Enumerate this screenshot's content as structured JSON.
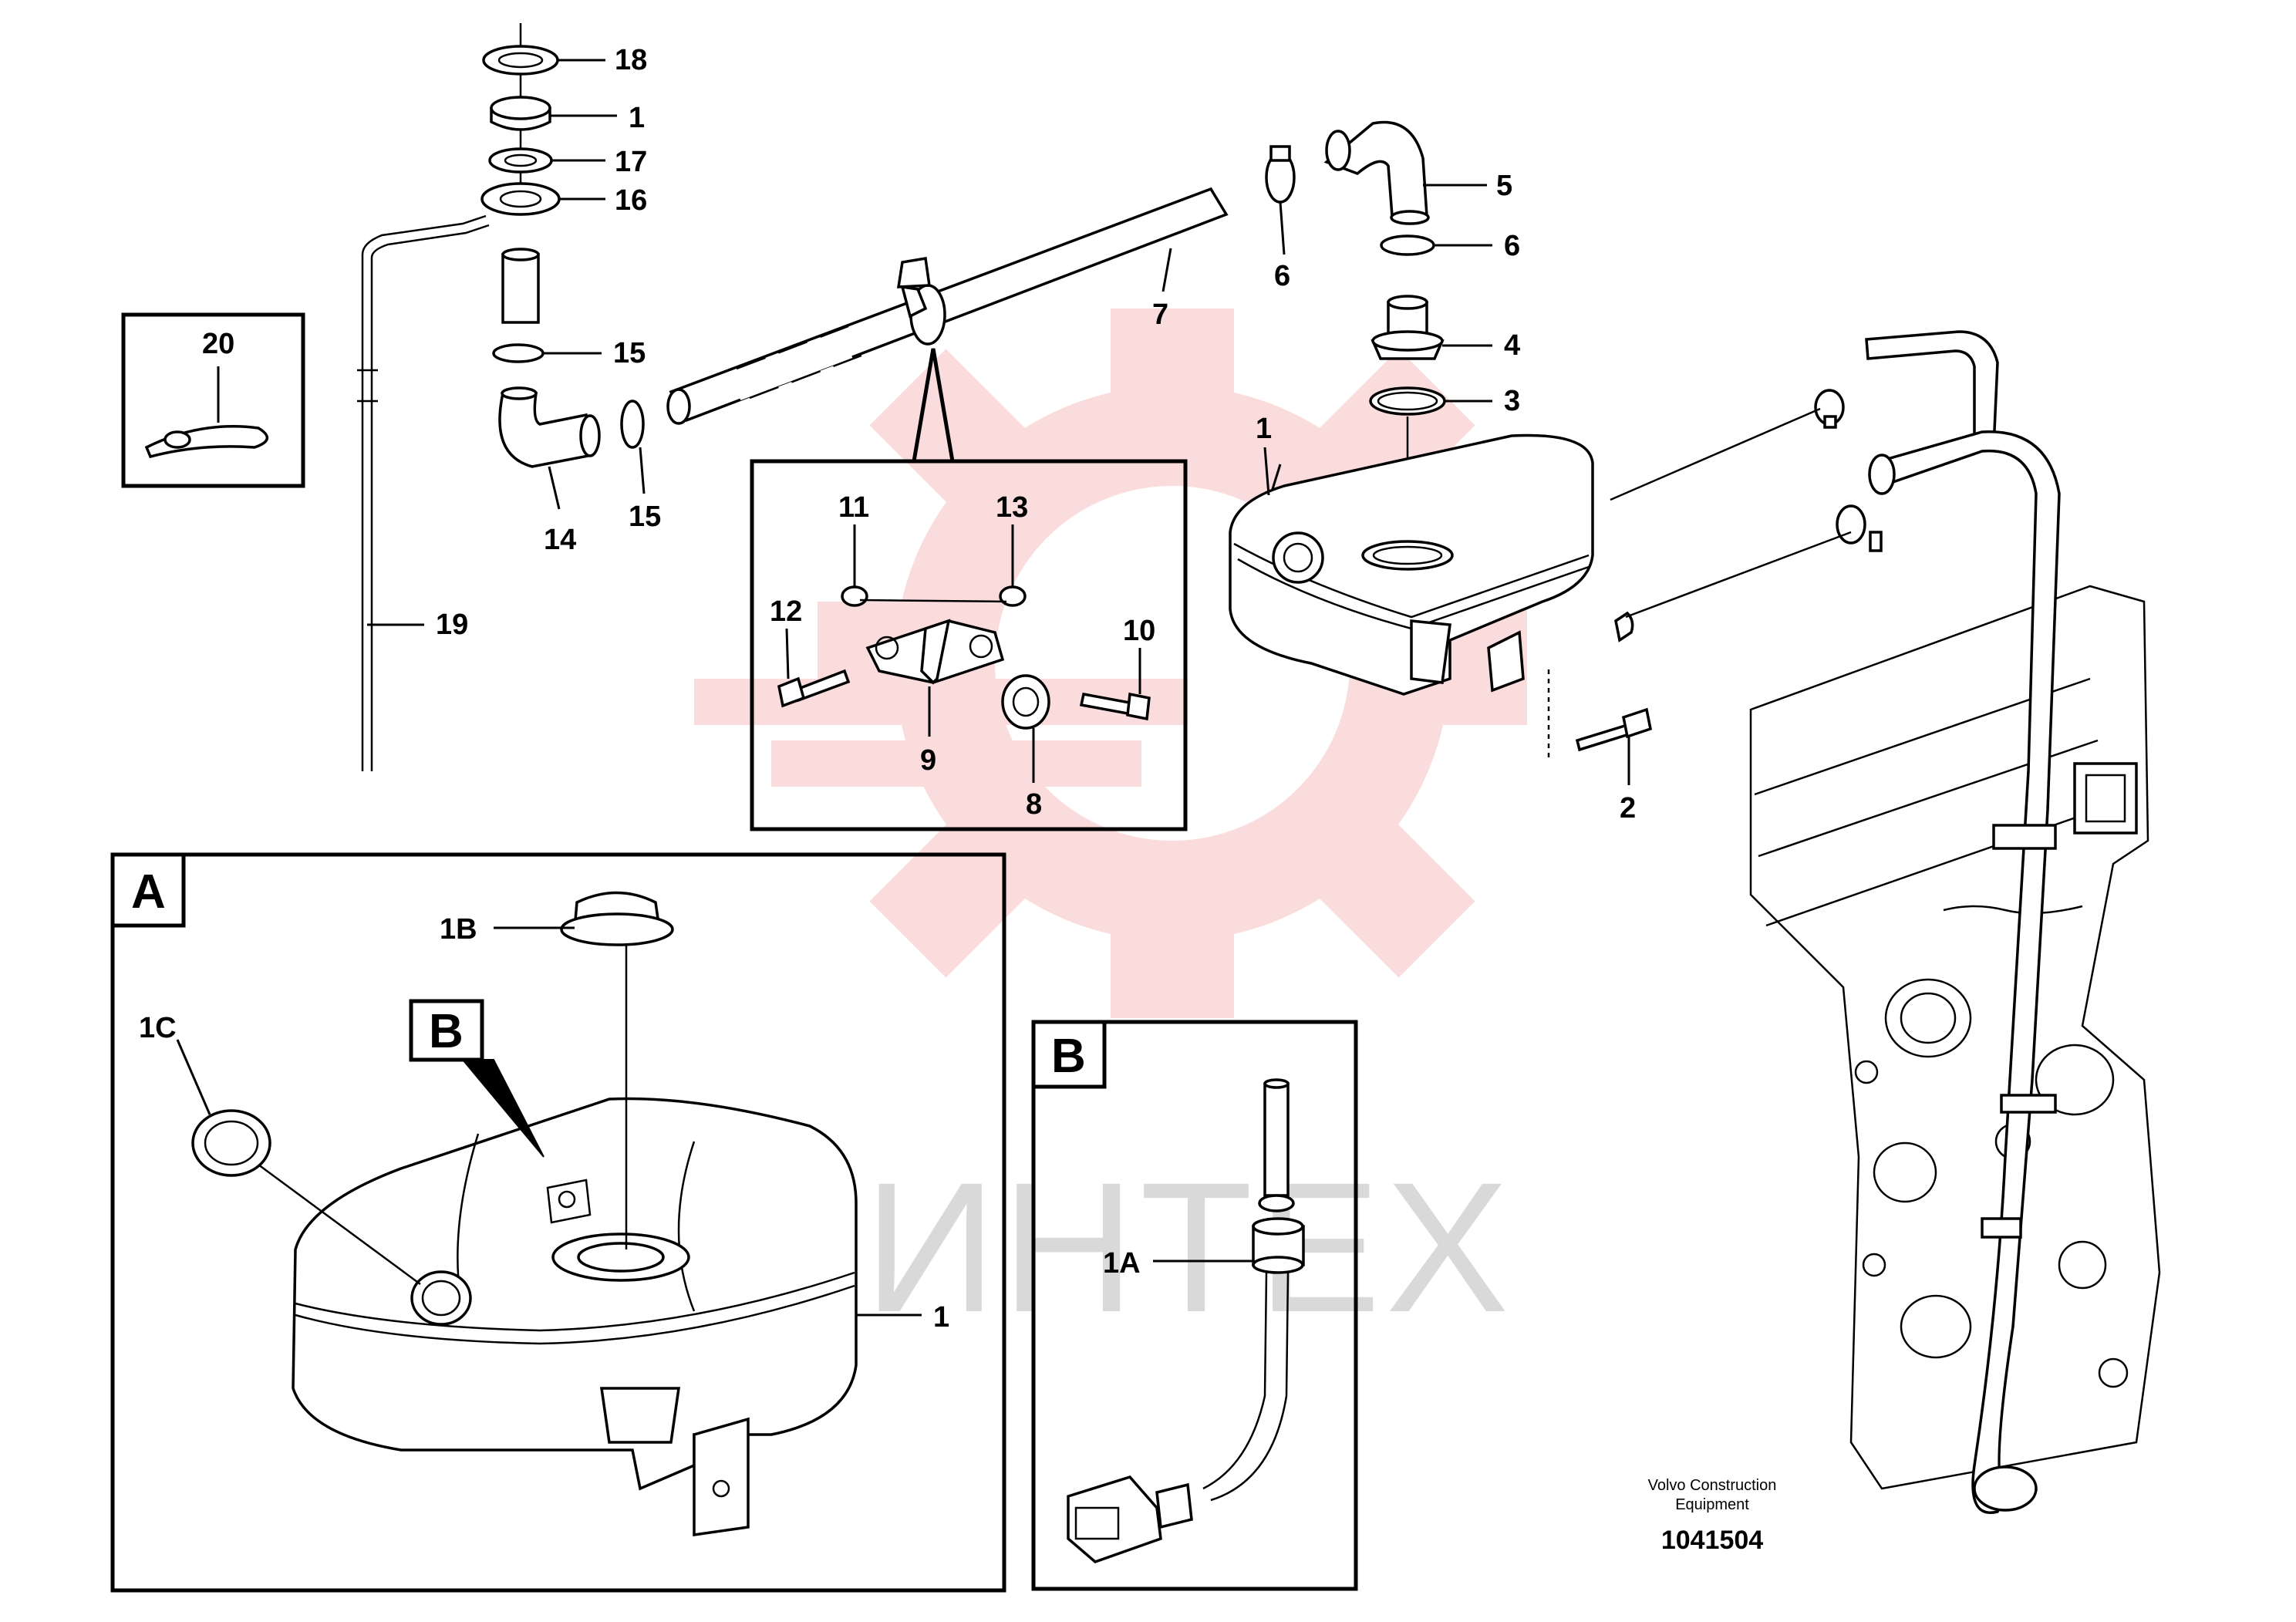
{
  "watermark": {
    "text": "ИНТЕХ",
    "color": "#f5b3b3"
  },
  "labels": {
    "p18": "18",
    "p1_top": "1",
    "p17": "17",
    "p16": "16",
    "p15_a": "15",
    "p15_b": "15",
    "p14": "14",
    "p19": "19",
    "p20": "20",
    "p7": "7",
    "p6_a": "6",
    "p5": "5",
    "p6_b": "6",
    "p4": "4",
    "p3": "3",
    "p1_tank": "1",
    "p2": "2",
    "p11": "11",
    "p13": "13",
    "p12": "12",
    "p10": "10",
    "p9": "9",
    "p8": "8",
    "p1B": "1B",
    "p1C": "1C",
    "p1_A": "1",
    "p1A": "1A"
  },
  "frames": {
    "box_a": "A",
    "box_b_ref": "B",
    "box_b": "B"
  },
  "footer": {
    "maker_line1": "Volvo Construction",
    "maker_line2": "Equipment",
    "drawing_number": "1041504"
  }
}
